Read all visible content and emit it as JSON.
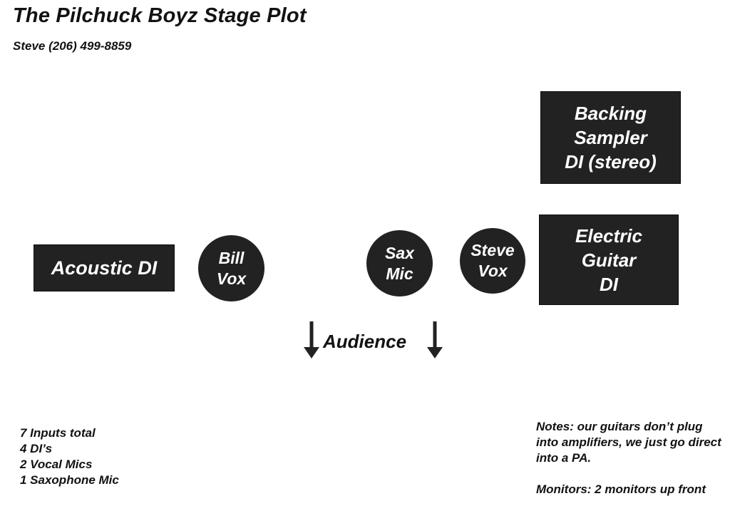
{
  "page": {
    "title": "The Pilchuck Boyz Stage Plot",
    "contact": "Steve (206) 499-8859"
  },
  "stage": {
    "backing_sampler_di": "Backing\nSampler\nDI (stereo)",
    "electric_guitar_di": "Electric\nGuitar\nDI",
    "acoustic_di": "Acoustic DI",
    "bill_vox": "Bill\nVox",
    "sax_mic": "Sax\nMic",
    "steve_vox": "Steve\nVox"
  },
  "audience": {
    "label": "Audience",
    "arrow_icon": "down-arrow"
  },
  "inputs_summary": [
    "7 Inputs total",
    "4 DI’s",
    "2 Vocal Mics",
    "1 Saxophone Mic"
  ],
  "notes": {
    "guitars": "Notes: our guitars don’t plug\ninto amplifiers, we just go direct\ninto a PA.",
    "monitors": "Monitors: 2 monitors up front"
  },
  "colors": {
    "shape_fill": "#222222",
    "shape_text": "#ffffff",
    "page_text": "#121212",
    "background": "#ffffff"
  }
}
